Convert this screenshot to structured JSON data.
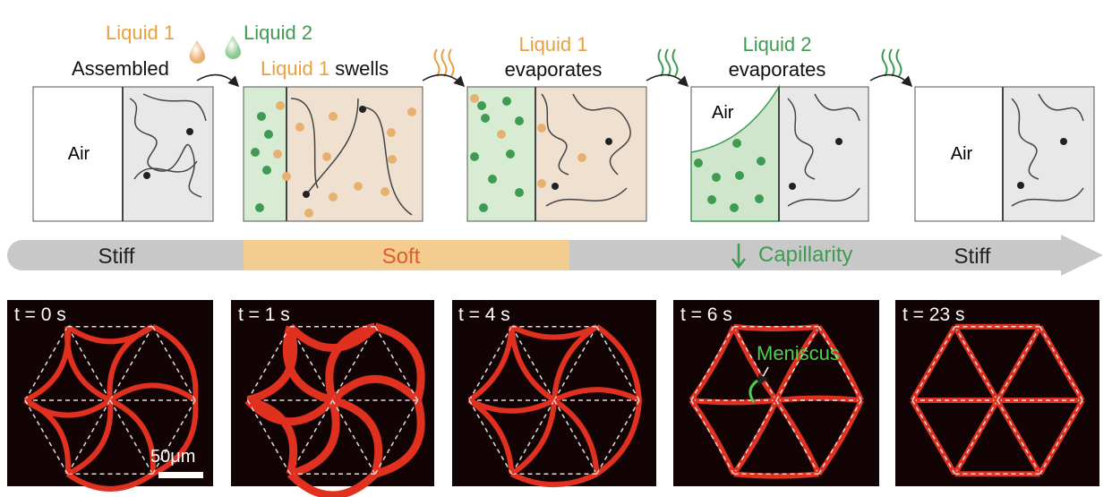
{
  "stages": [
    {
      "labels": [
        "Assembled"
      ],
      "liquid1": "Liquid 1",
      "liquid2": "Liquid 2",
      "left": "Air"
    },
    {
      "part1": "Liquid 1",
      "part2": " swells"
    },
    {
      "line1": "Liquid 1",
      "line2": "evaporates"
    },
    {
      "line1": "Liquid 2",
      "line2": "evaporates",
      "left": "Air"
    },
    {
      "left": "Air"
    }
  ],
  "bar": {
    "stiff_left": "Stiff",
    "soft": "Soft",
    "capillarity": "Capillarity",
    "stiff_right": "Stiff"
  },
  "micrographs": [
    {
      "time": "t  = 0 s",
      "scale": "50μm"
    },
    {
      "time": "t  = 1 s"
    },
    {
      "time": "t  = 4 s"
    },
    {
      "time": "t  = 6 s",
      "annotation": "Meniscus"
    },
    {
      "time": "t  = 23 s"
    }
  ],
  "colors": {
    "orange": "#e8a040",
    "green": "#3f9a52",
    "red": "#e03020",
    "soft_fill": "#f2cd8f",
    "bar": "#c8c8c8"
  }
}
